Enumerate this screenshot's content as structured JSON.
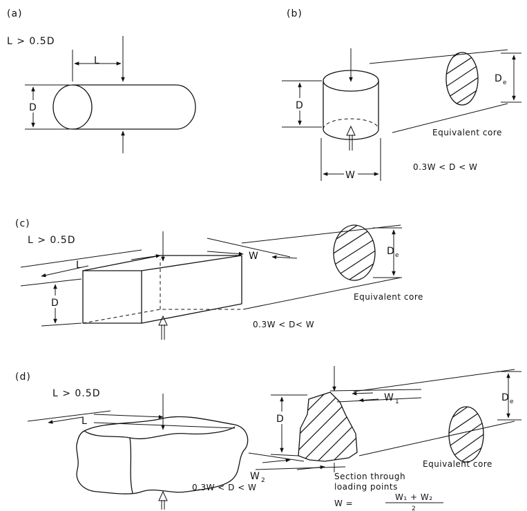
{
  "panels": {
    "a": {
      "tag": "(a)",
      "condition": "L > 0.5D",
      "dim_L": "L",
      "dim_D": "D"
    },
    "b": {
      "tag": "(b)",
      "dim_D": "D",
      "dim_W": "W",
      "dim_De": "D",
      "dim_De_sub": "e",
      "core_label": "Equivalent core",
      "condition": "0.3W < D < W"
    },
    "c": {
      "tag": "(c)",
      "condition": "L > 0.5D",
      "dim_L": "L",
      "dim_W": "W",
      "dim_D": "D",
      "dim_De": "D",
      "dim_De_sub": "e",
      "core_label": "Equivalent core",
      "condition2": "0.3W < D< W"
    },
    "d": {
      "tag": "(d)",
      "condition": "L > 0.5D",
      "dim_L": "L",
      "dim_D": "D",
      "dim_W1": "W",
      "dim_W1_sub": "1",
      "dim_W2": "W",
      "dim_W2_sub": "2",
      "dim_De": "D",
      "dim_De_sub": "e",
      "core_label": "Equivalent core",
      "section_line1": "Section   through",
      "section_line2": "loading points",
      "condition2": "0.3W < D < W",
      "formula_lhs": "W =",
      "formula_num": "W₁ + W₂",
      "formula_den": "2"
    }
  }
}
